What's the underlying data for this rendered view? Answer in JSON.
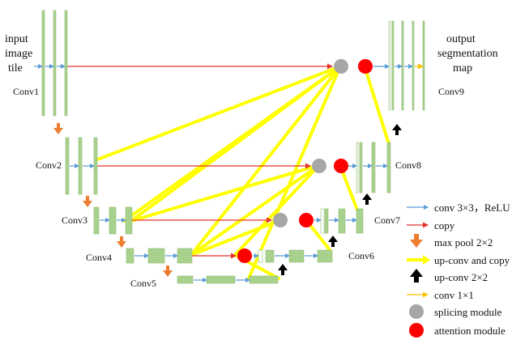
{
  "labels": {
    "input": [
      "input",
      "image",
      "tile"
    ],
    "output": [
      "output",
      "segmentation",
      "map"
    ],
    "conv1": "Conv1",
    "conv2": "Conv2",
    "conv3": "Conv3",
    "conv4": "Conv4",
    "conv5": "Conv5",
    "conv6": "Conv6",
    "conv7": "Conv7",
    "conv8": "Conv8",
    "conv9": "Conv9"
  },
  "legend": [
    {
      "symbol": "blue-arrow",
      "label": "conv 3×3，ReLU"
    },
    {
      "symbol": "red-arrow",
      "label": "copy"
    },
    {
      "symbol": "orange-down-arrow",
      "label": "max pool 2×2"
    },
    {
      "symbol": "yellow-arrow",
      "label": "up-conv and copy"
    },
    {
      "symbol": "black-up-arrow",
      "label": "up-conv 2×2"
    },
    {
      "symbol": "orange-arrow",
      "label": "conv 1×1"
    },
    {
      "symbol": "gray-circle",
      "label": "splicing module"
    },
    {
      "symbol": "red-circle",
      "label": "attention module"
    }
  ],
  "colors": {
    "feature_map": "#a9d18e",
    "feature_map_border": "#8fbc74",
    "conv_arrow": "#5b9bd5",
    "copy_arrow": "#e8302a",
    "pool_arrow": "#ed7d31",
    "upconv_copy": "#ffff00",
    "upconv_arrow": "#000000",
    "conv1x1_arrow": "#ffc000",
    "splicing": "#a6a6a6",
    "attention": "#ff0000"
  }
}
